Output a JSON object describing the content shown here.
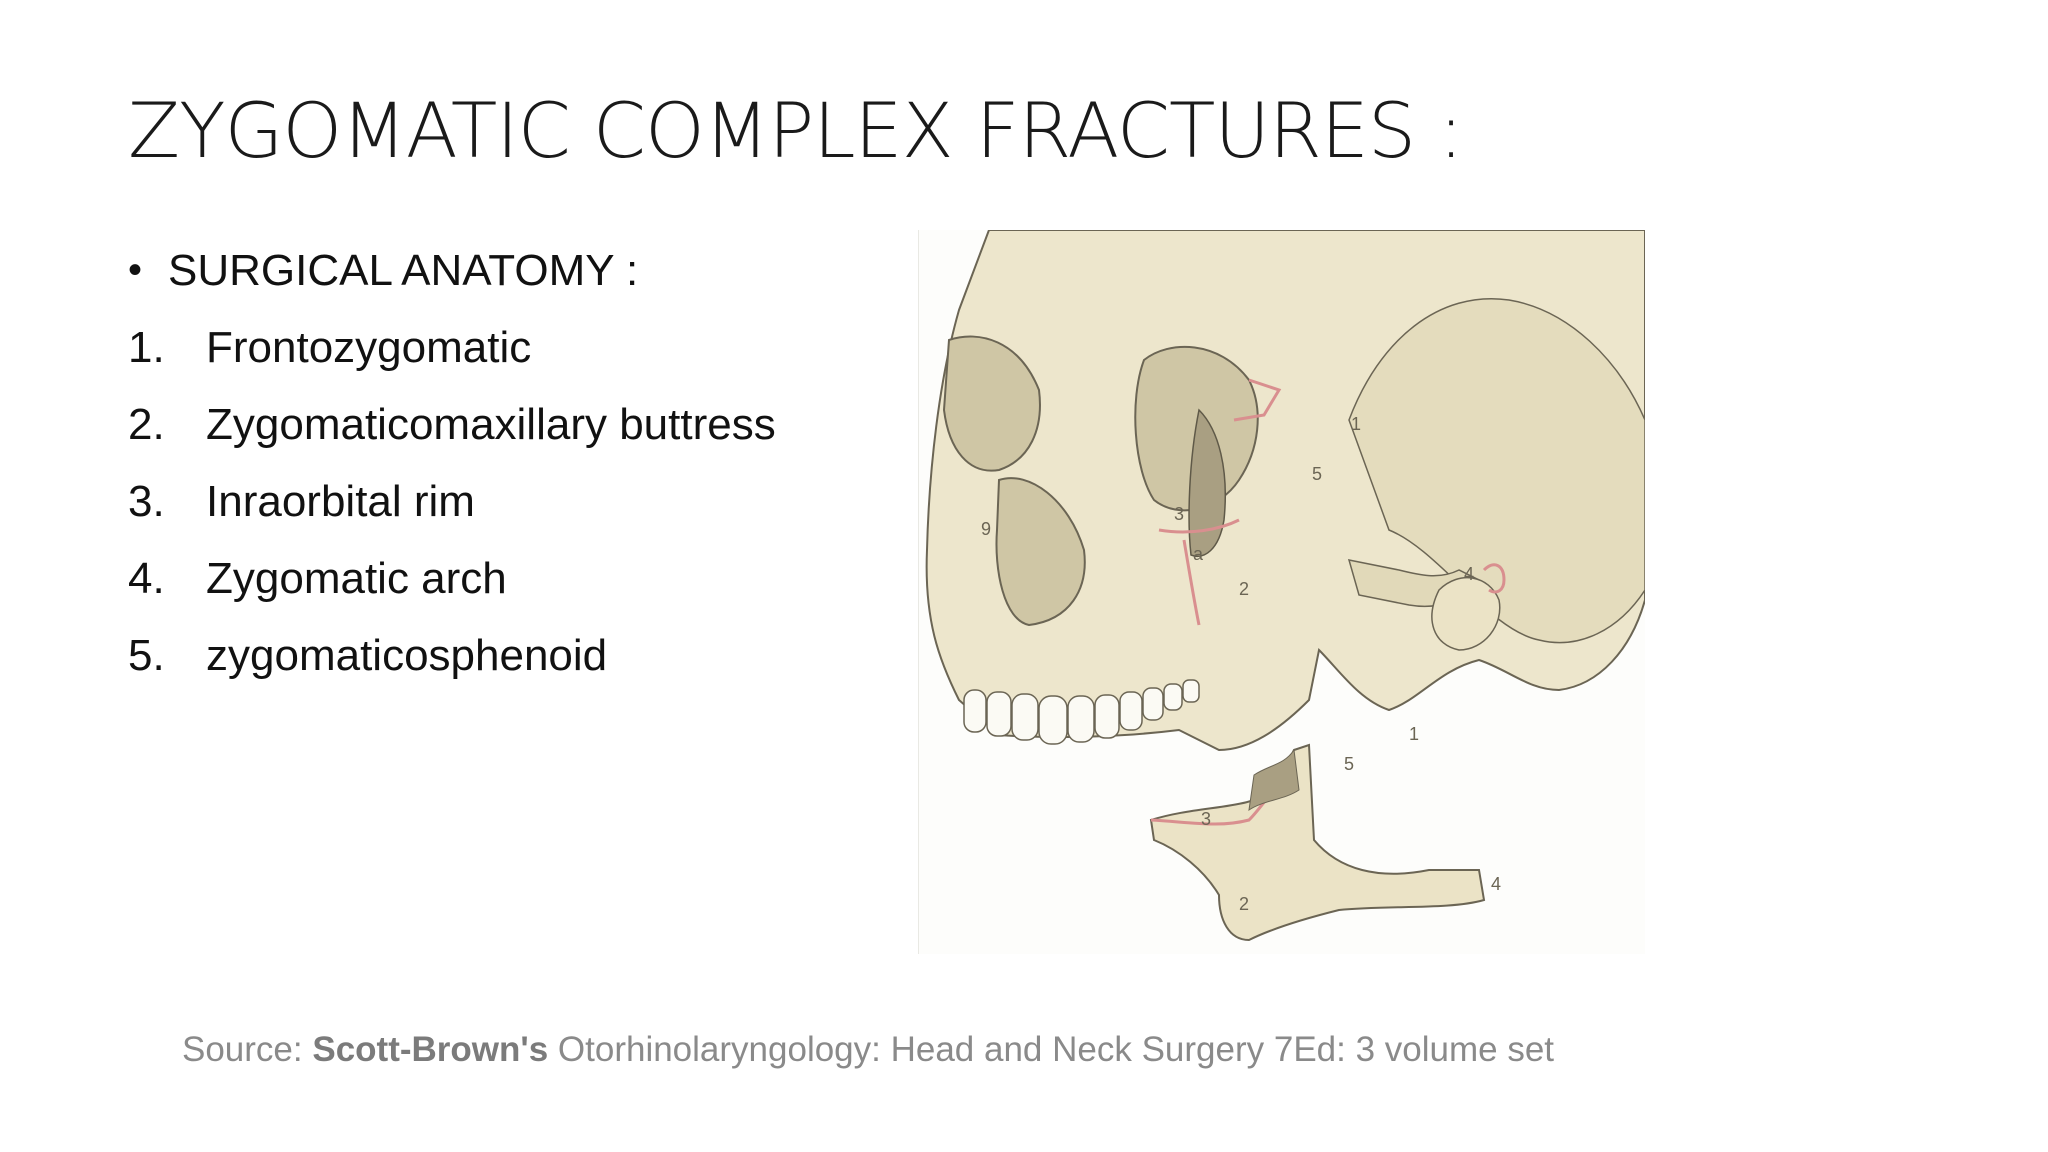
{
  "slide": {
    "title": "ZYGOMATIC COMPLEX FRACTURES :",
    "heading": {
      "marker": "•",
      "text": "SURGICAL ANATOMY :"
    },
    "items": [
      {
        "number": "1.",
        "text": "Frontozygomatic"
      },
      {
        "number": "2.",
        "text": "Zygomaticomaxillary buttress"
      },
      {
        "number": "3.",
        "text": "Inraorbital rim"
      },
      {
        "number": "4.",
        "text": "Zygomatic arch"
      },
      {
        "number": "5.",
        "text": "zygomaticosphenoid"
      }
    ],
    "figure": {
      "labels": [
        "1",
        "2",
        "3",
        "4",
        "5",
        "9",
        "a",
        "1",
        "2",
        "3",
        "4",
        "5"
      ],
      "colors": {
        "bone": "#ede6cc",
        "bone_shadow": "#d7cfb0",
        "outline": "#6b6554",
        "fracture": "#d98f8f"
      }
    },
    "source": {
      "prefix": "Source: ",
      "bold": "Scott-Brown's",
      "rest": " Otorhinolaryngology: Head and Neck Surgery 7Ed: 3 volume set"
    }
  }
}
